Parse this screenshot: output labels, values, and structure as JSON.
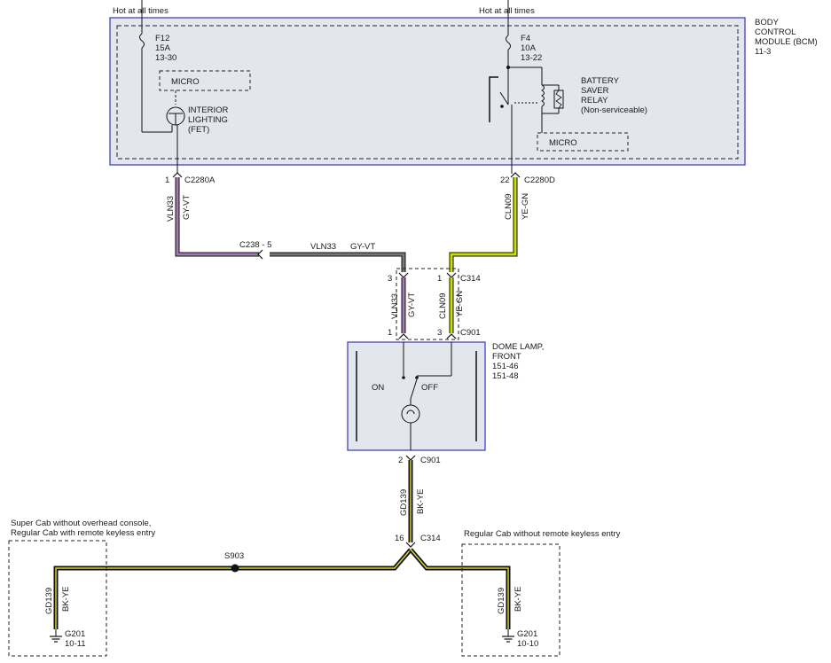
{
  "power": {
    "left": "Hot at all times",
    "right": "Hot at all times"
  },
  "bcm": {
    "title_lines": [
      "BODY",
      "CONTROL",
      "MODULE (BCM)",
      "11-3"
    ],
    "fuse_left": {
      "name": "F12",
      "rating": "15A",
      "ref": "13-30"
    },
    "fuse_right": {
      "name": "F4",
      "rating": "10A",
      "ref": "13-22"
    },
    "micro_left": "MICRO",
    "micro_right": "MICRO",
    "interior_lighting": [
      "INTERIOR",
      "LIGHTING",
      "(FET)"
    ],
    "relay": [
      "BATTERY",
      "SAVER",
      "RELAY",
      "(Non-serviceable)"
    ]
  },
  "connectors": {
    "c2280a": {
      "pin": "1",
      "name": "C2280A"
    },
    "c2280d": {
      "pin": "22",
      "name": "C2280D"
    },
    "c238": {
      "name": "C238 - 5"
    },
    "c314_top": {
      "pin_left": "3",
      "pin_right": "1",
      "name": "C314"
    },
    "c901_top": {
      "pin_left": "1",
      "pin_right": "3",
      "name": "C901"
    },
    "c901_bottom": {
      "pin": "2",
      "name": "C901"
    },
    "c314_bottom": {
      "pin": "16",
      "name": "C314"
    }
  },
  "wires": {
    "vln33": {
      "circuit": "VLN33",
      "color": "GY-VT",
      "hex": "#a07ab0"
    },
    "cln09": {
      "circuit": "CLN09",
      "color": "YE-GN",
      "hex": "#c8e000"
    },
    "gd139": {
      "circuit": "GD139",
      "color": "BK-YE",
      "hex": "#2a2a1a"
    },
    "gray_hex": "#777777",
    "yellow_hex": "#d8d23a"
  },
  "dome_lamp": {
    "title_lines": [
      "DOME LAMP,",
      "FRONT",
      "151-46",
      "151-48"
    ],
    "on": "ON",
    "off": "OFF"
  },
  "splice": {
    "name": "S903"
  },
  "grounds": {
    "left": {
      "caption_lines": [
        "Super Cab without overhead console,",
        "Regular Cab with remote keyless entry"
      ],
      "name": "G201",
      "ref": "10-11"
    },
    "right": {
      "caption": "Regular Cab without remote keyless entry",
      "name": "G201",
      "ref": "10-10"
    }
  },
  "colors": {
    "bcm_border": "#3333cc",
    "bcm_fill": "#e4e6ee",
    "dome_fill": "#e4e6ee"
  }
}
